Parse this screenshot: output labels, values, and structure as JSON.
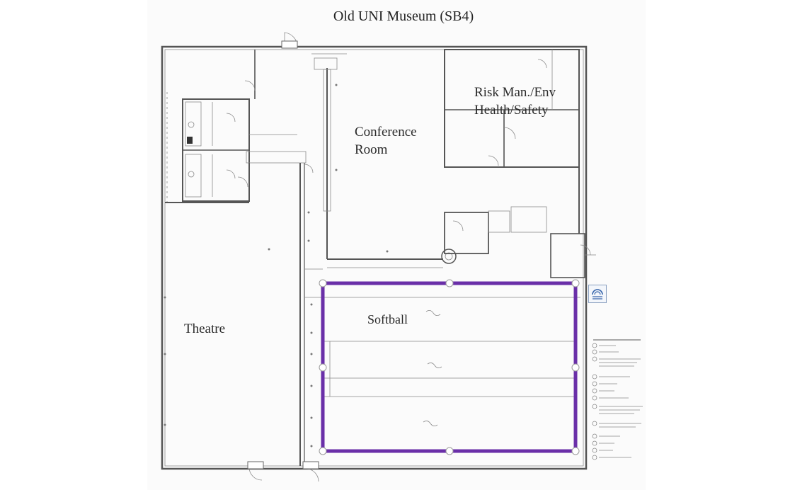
{
  "title": "Old UNI Museum (SB4)",
  "rooms": {
    "risk": "Risk Man./Env\nHealth/Safety",
    "conference": "Conference\nRoom",
    "theatre": "Theatre",
    "softball": "Softball"
  },
  "colors": {
    "selection": "#6a2fa8",
    "walls": "#555555",
    "label": "#2a2a2a"
  },
  "icons": {
    "layout_options": "layout-options-icon"
  }
}
